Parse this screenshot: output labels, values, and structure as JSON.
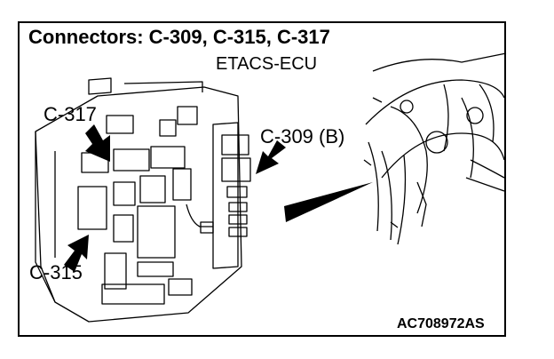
{
  "title": "Connectors: C-309, C-315, C-317",
  "component": "ETACS-ECU",
  "callouts": {
    "c317": "C-317",
    "c309": "C-309 (B)",
    "c315": "C-315"
  },
  "figure_code": "AC708972AS",
  "colors": {
    "ink": "#000000",
    "paper": "#ffffff"
  }
}
